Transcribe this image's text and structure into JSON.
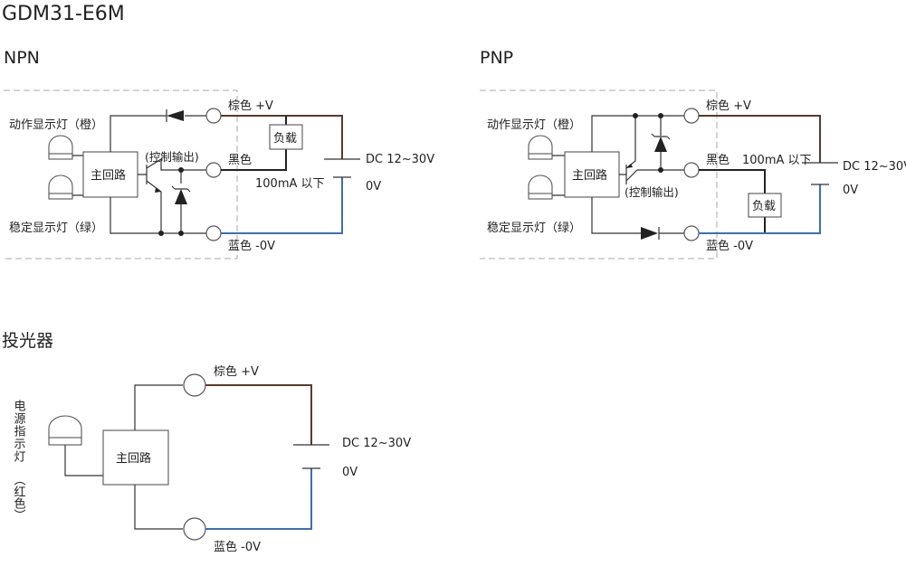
{
  "title": "GDM31-E6M",
  "npn": {
    "heading": "NPN",
    "led_action": "动作显示灯（橙）",
    "led_stable": "稳定显示灯（绿）",
    "main_circuit": "主回路",
    "control_output": "(控制输出)",
    "brown": "棕色 +V",
    "black": "黑色",
    "blue": "蓝色 -0V",
    "load": "负载",
    "current": "100mA 以下",
    "dc": "DC 12~30V",
    "zero": "0V"
  },
  "pnp": {
    "heading": "PNP",
    "led_action": "动作显示灯（橙）",
    "led_stable": "稳定显示灯（绿）",
    "main_circuit": "主回路",
    "control_output": "(控制输出)",
    "brown": "棕色 +V",
    "black": "黑色",
    "current": "100mA 以下",
    "blue": "蓝色 -0V",
    "load": "负载",
    "dc": "DC 12~30V",
    "zero": "0V"
  },
  "emitter": {
    "heading": "投光器",
    "power_led": "电源指示灯",
    "power_led_color": "（红色）",
    "main_circuit": "主回路",
    "brown": "棕色  +V",
    "blue": "蓝色  -0V",
    "dc": "DC 12~30V",
    "zero": "0V"
  },
  "colors": {
    "brown_wire": "#5a3a2a",
    "blue_wire": "#3b6fb6",
    "black_wire": "#222222"
  }
}
